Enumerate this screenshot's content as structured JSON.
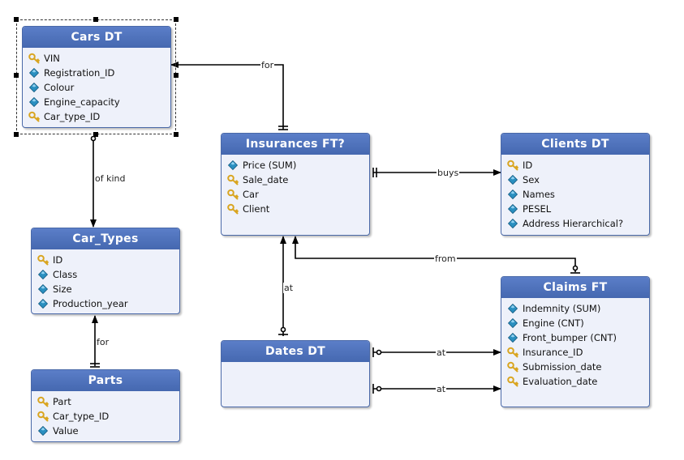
{
  "entities": {
    "cars": {
      "title": "Cars DT",
      "attributes": [
        {
          "name": "VIN",
          "icon": "key-icon"
        },
        {
          "name": "Registration_ID",
          "icon": "diamond-icon"
        },
        {
          "name": "Colour",
          "icon": "diamond-icon"
        },
        {
          "name": "Engine_capacity",
          "icon": "diamond-icon"
        },
        {
          "name": "Car_type_ID",
          "icon": "key-icon"
        }
      ]
    },
    "car_types": {
      "title": "Car_Types",
      "attributes": [
        {
          "name": "ID",
          "icon": "key-icon"
        },
        {
          "name": "Class",
          "icon": "diamond-icon"
        },
        {
          "name": "Size",
          "icon": "diamond-icon"
        },
        {
          "name": "Production_year",
          "icon": "diamond-icon"
        }
      ]
    },
    "parts": {
      "title": "Parts",
      "attributes": [
        {
          "name": "Part",
          "icon": "key-icon"
        },
        {
          "name": "Car_type_ID",
          "icon": "key-icon"
        },
        {
          "name": "Value",
          "icon": "diamond-icon"
        }
      ]
    },
    "insurances": {
      "title": "Insurances FT?",
      "attributes": [
        {
          "name": "Price (SUM)",
          "icon": "diamond-icon"
        },
        {
          "name": "Sale_date",
          "icon": "key-icon"
        },
        {
          "name": "Car",
          "icon": "key-icon"
        },
        {
          "name": "Client",
          "icon": "key-icon"
        }
      ]
    },
    "clients": {
      "title": "Clients DT",
      "attributes": [
        {
          "name": "ID",
          "icon": "key-icon"
        },
        {
          "name": "Sex",
          "icon": "diamond-icon"
        },
        {
          "name": "Names",
          "icon": "diamond-icon"
        },
        {
          "name": "PESEL",
          "icon": "diamond-icon"
        },
        {
          "name": "Address Hierarchical?",
          "icon": "diamond-icon"
        }
      ]
    },
    "claims": {
      "title": "Claims FT",
      "attributes": [
        {
          "name": "Indemnity (SUM)",
          "icon": "diamond-icon"
        },
        {
          "name": "Engine (CNT)",
          "icon": "diamond-icon"
        },
        {
          "name": "Front_bumper (CNT)",
          "icon": "diamond-icon"
        },
        {
          "name": "Insurance_ID",
          "icon": "key-icon"
        },
        {
          "name": "Submission_date",
          "icon": "key-icon"
        },
        {
          "name": "Evaluation_date",
          "icon": "key-icon"
        }
      ]
    },
    "dates": {
      "title": "Dates DT",
      "attributes": []
    }
  },
  "relationships": {
    "insurances_cars": "for",
    "cars_car_types": "of kind",
    "parts_car_types": "for",
    "insurances_clients": "buys",
    "claims_insurances": "from",
    "dates_insurances": "at",
    "dates_claims_1": "at",
    "dates_claims_2": "at"
  },
  "colors": {
    "header": "#4a6cb5",
    "body": "#eef1fa",
    "border": "#4a69a8",
    "key": "#d9a520",
    "diamond": "#2a8fc0"
  }
}
